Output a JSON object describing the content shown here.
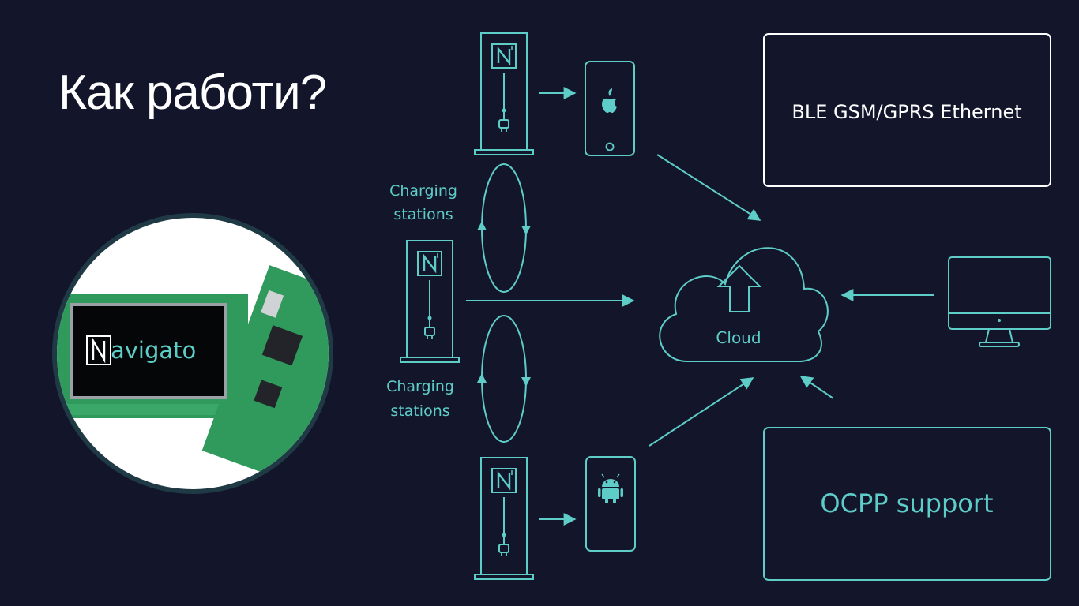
{
  "slide": {
    "title": "Как работи?"
  },
  "labels": {
    "charging_top": [
      "Charging",
      "stations"
    ],
    "charging_bottom": [
      "Charging",
      "stations"
    ],
    "cloud": "Cloud"
  },
  "boxes": {
    "connectivity": "BLE GSM/GPRS Ethernet",
    "ocpp": "OCPP support"
  },
  "board": {
    "logo_text": "Navigato",
    "logo_letter": "N"
  },
  "colors": {
    "background": "#13162b",
    "accent": "#5ecdc8",
    "text_white": "#ffffff",
    "pcb_green": "#2f9a5c"
  },
  "icons": {
    "station": "charging-station-icon",
    "ios_phone": "apple-phone-icon",
    "android_phone": "android-phone-icon",
    "cloud": "cloud-upload-icon",
    "monitor": "desktop-monitor-icon"
  }
}
